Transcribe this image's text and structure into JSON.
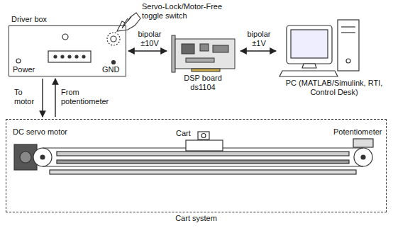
{
  "diagram": {
    "nodes": [
      {
        "text": [
          "Driver box"
        ]
      },
      {
        "text": [
          "DSP board ds1104"
        ]
      },
      {
        "text": [
          "PC (MATLAB/Simulink, RTI, Control Desk)"
        ]
      },
      {
        "text": [
          "Cart system"
        ]
      }
    ],
    "edges": [
      {
        "from": 0,
        "to": 1,
        "arrow": "both",
        "label": "bipolar ±10V"
      },
      {
        "from": 1,
        "to": 2,
        "arrow": "both",
        "label": "bipolar ±1V"
      },
      {
        "from": 0,
        "to": 3,
        "arrow": "to",
        "label": "To motor"
      },
      {
        "from": 3,
        "to": 0,
        "arrow": "to",
        "label": "From potentiometer"
      }
    ],
    "labels": [
      "Servo-Lock/Motor-Free toggle switch",
      "Power",
      "GND",
      "DC servo motor",
      "Cart",
      "Potentiometer"
    ]
  }
}
